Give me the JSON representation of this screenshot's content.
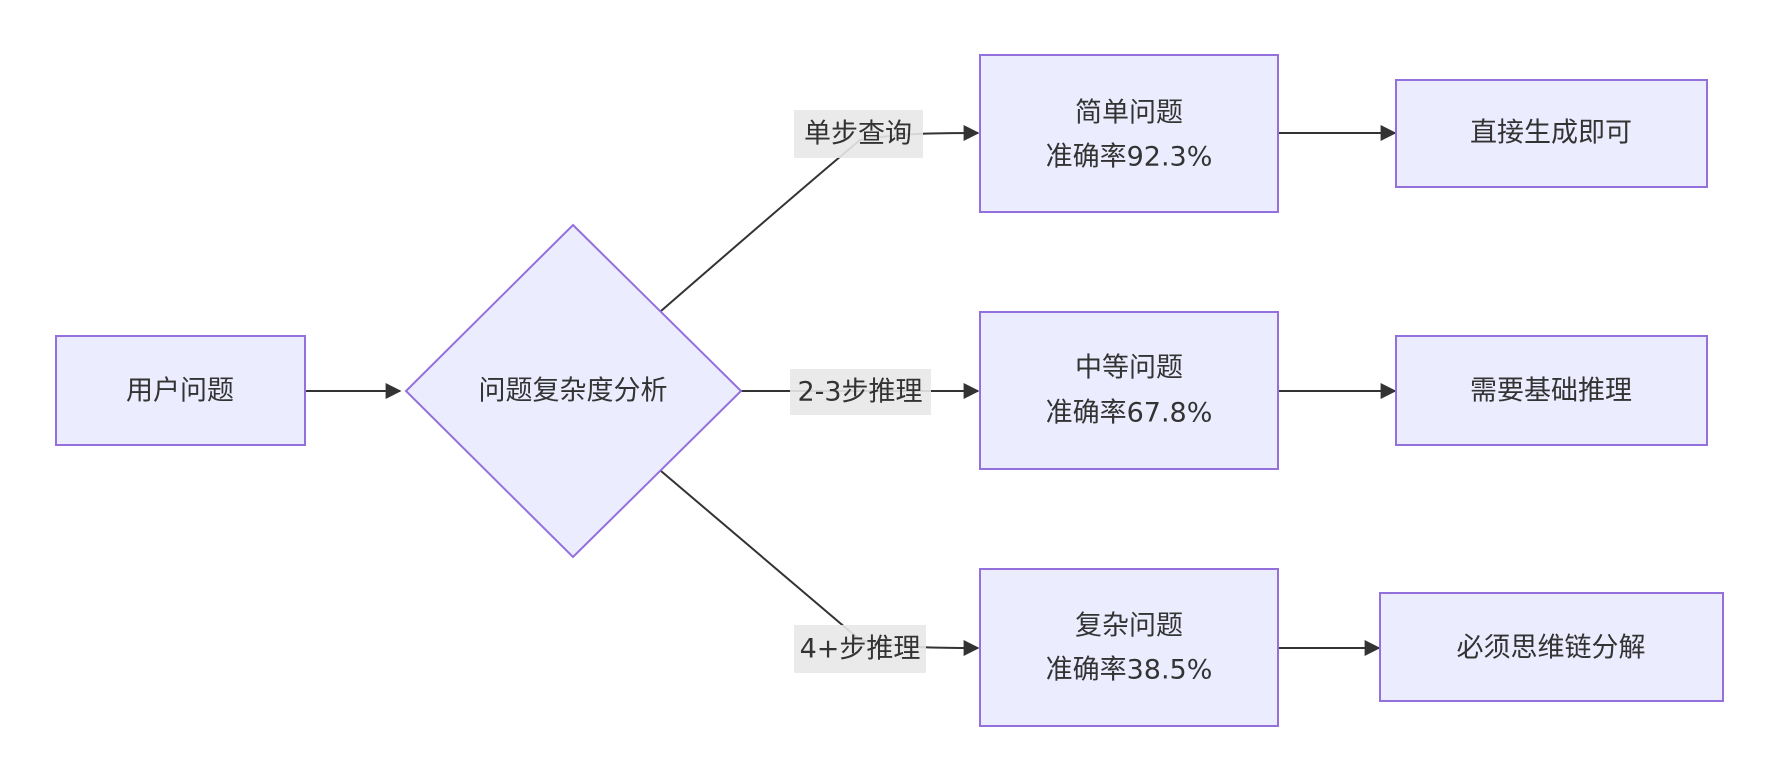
{
  "diagram": {
    "nodes": {
      "user_question": {
        "label": "用户问题"
      },
      "complexity_analysis": {
        "label": "问题复杂度分析"
      },
      "simple": {
        "line1": "简单问题",
        "line2": "准确率92.3%"
      },
      "medium": {
        "line1": "中等问题",
        "line2": "准确率67.8%"
      },
      "complex": {
        "line1": "复杂问题",
        "line2": "准确率38.5%"
      },
      "direct_generate": {
        "label": "直接生成即可"
      },
      "basic_reasoning": {
        "label": "需要基础推理"
      },
      "cot_decompose": {
        "label": "必须思维链分解"
      }
    },
    "edges": {
      "single_step": {
        "label": "单步查询"
      },
      "two_three_steps": {
        "label": "2-3步推理"
      },
      "four_plus_steps": {
        "label": "4+步推理"
      }
    }
  },
  "colors": {
    "node_fill": "#ECECFF",
    "node_stroke": "#9370DB",
    "edge": "#333333",
    "label_bg": "#e8e8e8"
  }
}
